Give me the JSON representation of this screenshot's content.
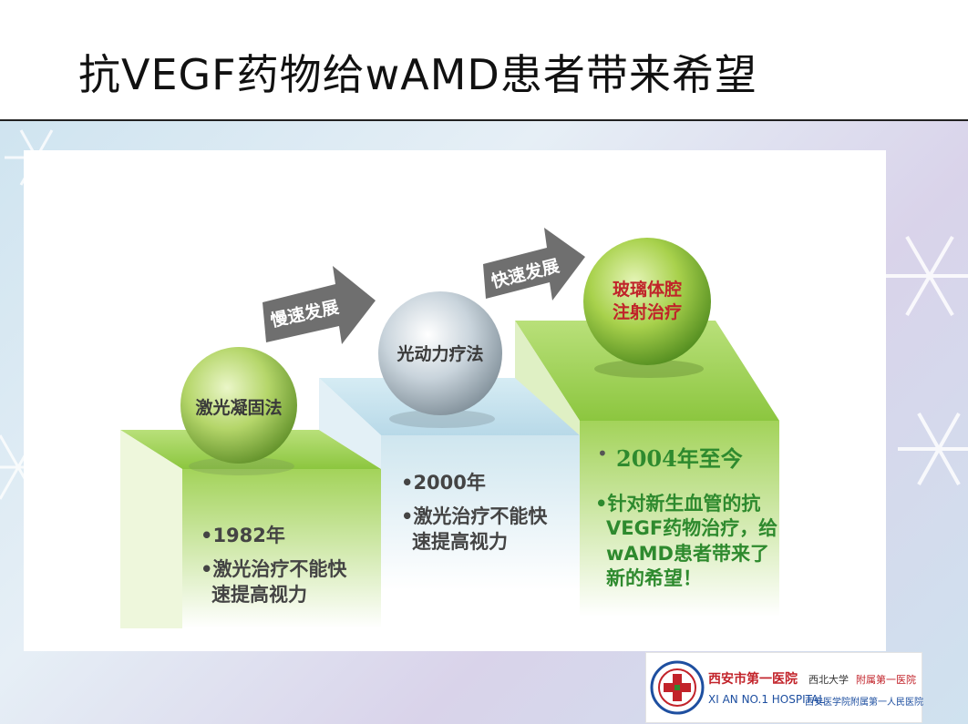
{
  "slide": {
    "title": "抗VEGF药物给wAMD患者带来希望"
  },
  "diagram": {
    "stages": [
      {
        "ball_label": "激光凝固法",
        "year": "1982年",
        "desc_lines": [
          "激光治疗不能快",
          "速提高视力"
        ]
      },
      {
        "ball_label": "光动力疗法",
        "year": "2000年",
        "desc_lines": [
          "激光治疗不能快",
          "速提高视力"
        ]
      },
      {
        "ball_label_lines": [
          "玻璃体腔",
          "注射治疗"
        ],
        "year": "2004年至今",
        "desc_lines": [
          "针对新生血管的抗",
          "VEGF药物治疗，给",
          "wAMD患者带来了",
          "新的希望！"
        ]
      }
    ],
    "arrows": [
      "慢速发展",
      "快速发展"
    ],
    "bullet": "•"
  },
  "logo": {
    "name_cn": "西安市第一医院",
    "affil_cn": "西北大学",
    "affil_cn_2": "附属第一医院",
    "name_en": "XI AN NO.1 HOSPITAL",
    "affil_cn_3": "西安医学院附属第一人民医院"
  },
  "colors": {
    "green_accent": "#8cc63f",
    "red_text": "#c0242a",
    "arrow_gray": "#6f6f6f",
    "text_gray": "#444444",
    "text_green": "#2e8a2e"
  }
}
